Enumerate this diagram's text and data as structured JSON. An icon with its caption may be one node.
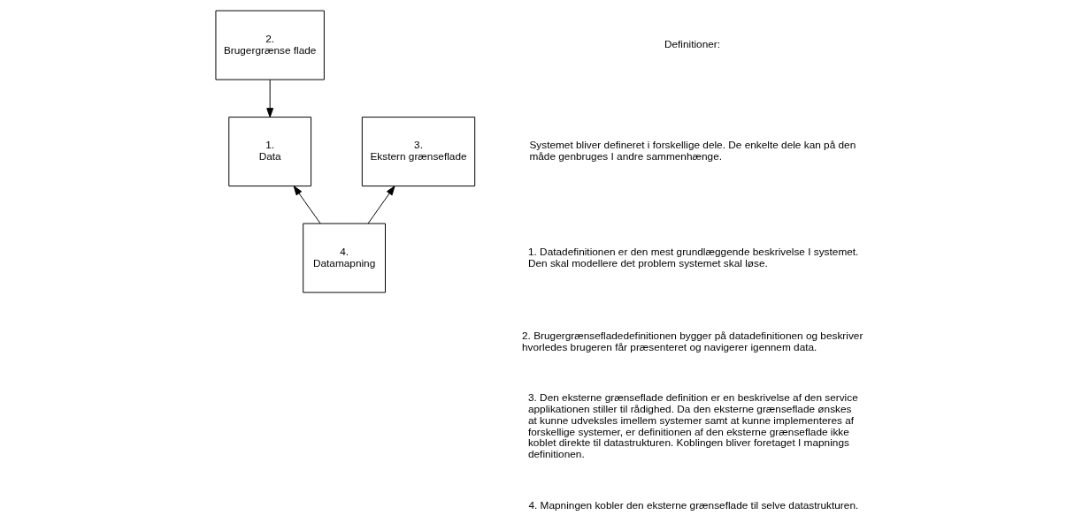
{
  "diagram": {
    "nodes": [
      {
        "text": [
          "2.",
          "Brugergrænse flade"
        ]
      },
      {
        "text": [
          "3.",
          "Ekstern grænseflade"
        ]
      },
      {
        "text": [
          "1.",
          "Data"
        ]
      },
      {
        "text": [
          "4.",
          "Datamapning"
        ]
      }
    ],
    "edges": [
      {
        "from": 0,
        "to": 2,
        "arrow": "to"
      },
      {
        "from": 3,
        "to": 1,
        "arrow": "to"
      },
      {
        "from": 3,
        "to": 2,
        "arrow": "to"
      }
    ],
    "labels": [
      "Definitioner:",
      "Systemet bliver defineret i forskellige dele. De enkelte dele kan på den måde genbruges I andre sammenhænge.",
      "1. Datadefinitionen er den mest grundlæggende beskrivelse I systemet. Den skal modellere det problem systemet skal løse.",
      "2. Brugergrænsefladedefinitionen bygger på datadefinitionen og beskriver hvorledes brugeren får præsenteret og navigerer igennem data.",
      "3. Den eksterne grænseflade definition er en beskrivelse af den service applikationen stiller til rådighed. Da den eksterne grænseflade ønskes at kunne udveksles imellem systemer samt at kunne implementeres af forskellige systemer, er definitionen af den eksterne grænseflade ikke koblet direkte til datastrukturen. Koblingen bliver foretaget I mapnings definitionen.",
      "4. Mapningen kobler den eksterne grænseflade til selve datastrukturen."
    ]
  }
}
